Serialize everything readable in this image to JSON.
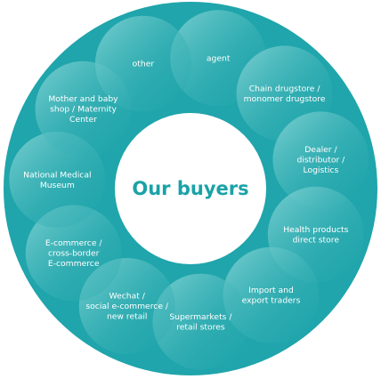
{
  "title": "Our buyers",
  "colors": {
    "ring": "#1fa5ab",
    "bubble_light": "#7fd1d3",
    "bubble_dark": "#1fa5ab",
    "center_fill": "#ffffff",
    "title_text": "#1aa2a7",
    "label_text": "#ffffff"
  },
  "segments": [
    {
      "id": "agent",
      "lines": [
        "agent"
      ]
    },
    {
      "id": "chain-drugstore",
      "lines": [
        "Chain drugstore /",
        "monomer drugstore"
      ]
    },
    {
      "id": "dealer",
      "lines": [
        "Dealer /",
        "distributor /",
        "Logistics"
      ]
    },
    {
      "id": "health-products",
      "lines": [
        "Health products",
        "direct store"
      ]
    },
    {
      "id": "import-export",
      "lines": [
        "Import and",
        "export traders"
      ]
    },
    {
      "id": "supermarkets",
      "lines": [
        "Supermarkets /",
        "retail stores"
      ]
    },
    {
      "id": "wechat",
      "lines": [
        "Wechat /",
        "social e-commerce /",
        "new retail"
      ]
    },
    {
      "id": "e-commerce",
      "lines": [
        "E-commerce /",
        "cross-border",
        "E-commerce"
      ]
    },
    {
      "id": "national-medical",
      "lines": [
        "National Medical",
        "Museum"
      ]
    },
    {
      "id": "mother-baby",
      "lines": [
        "Mother and baby",
        "shop / Maternity",
        "Center"
      ]
    },
    {
      "id": "other",
      "lines": [
        "other"
      ]
    }
  ]
}
